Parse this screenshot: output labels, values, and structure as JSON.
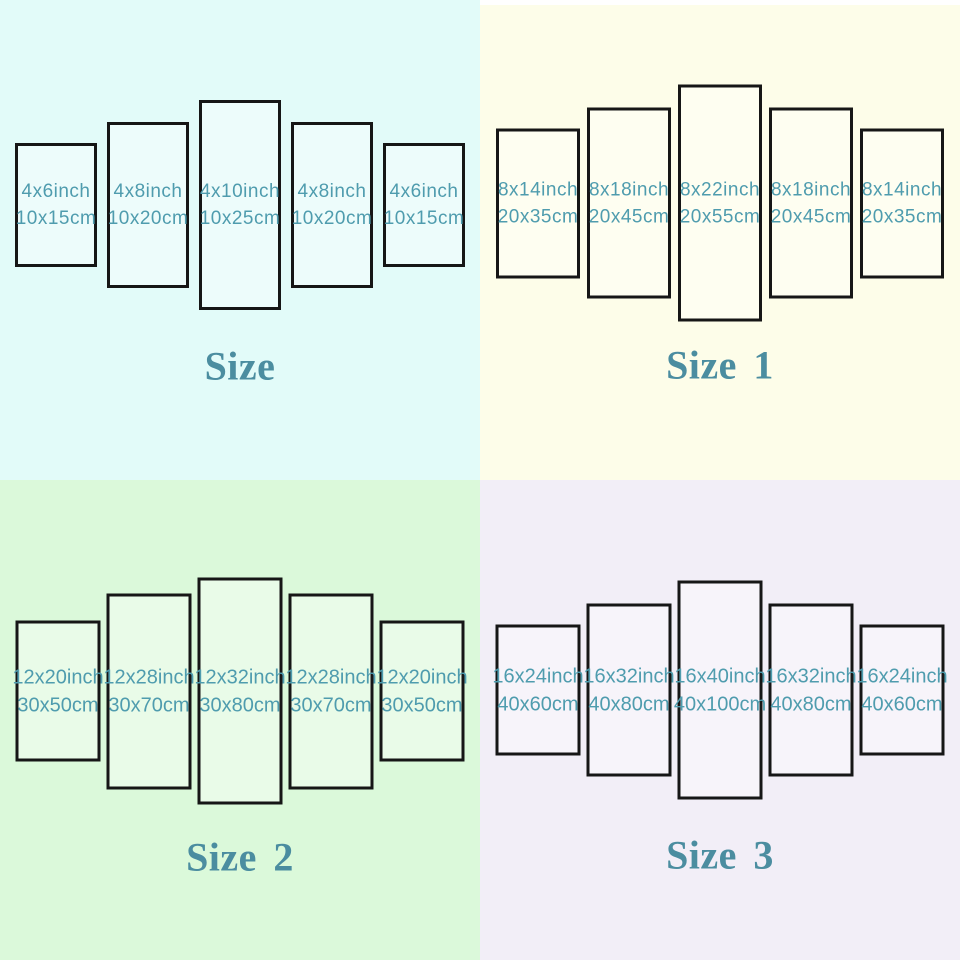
{
  "page": {
    "type": "product-size-chart",
    "description": "Four size options for a 5-piece canvas panel set"
  },
  "colors": {
    "panel_border": "#161616",
    "panel_text": "#4f9cae",
    "title_text": "#4b8da0",
    "q1_bg": "#e2fbf9",
    "q2_bg": "#fdfde9",
    "q3_bg": "#dbf9da",
    "q4_bg": "#f2eef7"
  },
  "quadrants": [
    {
      "title": "Size",
      "bg": "#e2fbf9",
      "panels": [
        {
          "line1": "4x6inch",
          "line2": "10x15cm"
        },
        {
          "line1": "4x8inch",
          "line2": "10x20cm"
        },
        {
          "line1": "4x10inch",
          "line2": "10x25cm"
        },
        {
          "line1": "4x8inch",
          "line2": "10x20cm"
        },
        {
          "line1": "4x6inch",
          "line2": "10x15cm"
        }
      ]
    },
    {
      "title": "Size 1",
      "bg": "#fdfde9",
      "panels": [
        {
          "line1": "8x14inch",
          "line2": "20x35cm"
        },
        {
          "line1": "8x18inch",
          "line2": "20x45cm"
        },
        {
          "line1": "8x22inch",
          "line2": "20x55cm"
        },
        {
          "line1": "8x18inch",
          "line2": "20x45cm"
        },
        {
          "line1": "8x14inch",
          "line2": "20x35cm"
        }
      ]
    },
    {
      "title": "Size 2",
      "bg": "#dbf9da",
      "panels": [
        {
          "line1": "12x20inch",
          "line2": "30x50cm"
        },
        {
          "line1": "12x28inch",
          "line2": "30x70cm"
        },
        {
          "line1": "12x32inch",
          "line2": "30x80cm"
        },
        {
          "line1": "12x28inch",
          "line2": "30x70cm"
        },
        {
          "line1": "12x20inch",
          "line2": "30x50cm"
        }
      ]
    },
    {
      "title": "Size 3",
      "bg": "#f2eef7",
      "panels": [
        {
          "line1": "16x24inch",
          "line2": "40x60cm"
        },
        {
          "line1": "16x32inch",
          "line2": "40x80cm"
        },
        {
          "line1": "16x40inch",
          "line2": "40x100cm"
        },
        {
          "line1": "16x32inch",
          "line2": "40x80cm"
        },
        {
          "line1": "16x24inch",
          "line2": "40x60cm"
        }
      ]
    }
  ]
}
